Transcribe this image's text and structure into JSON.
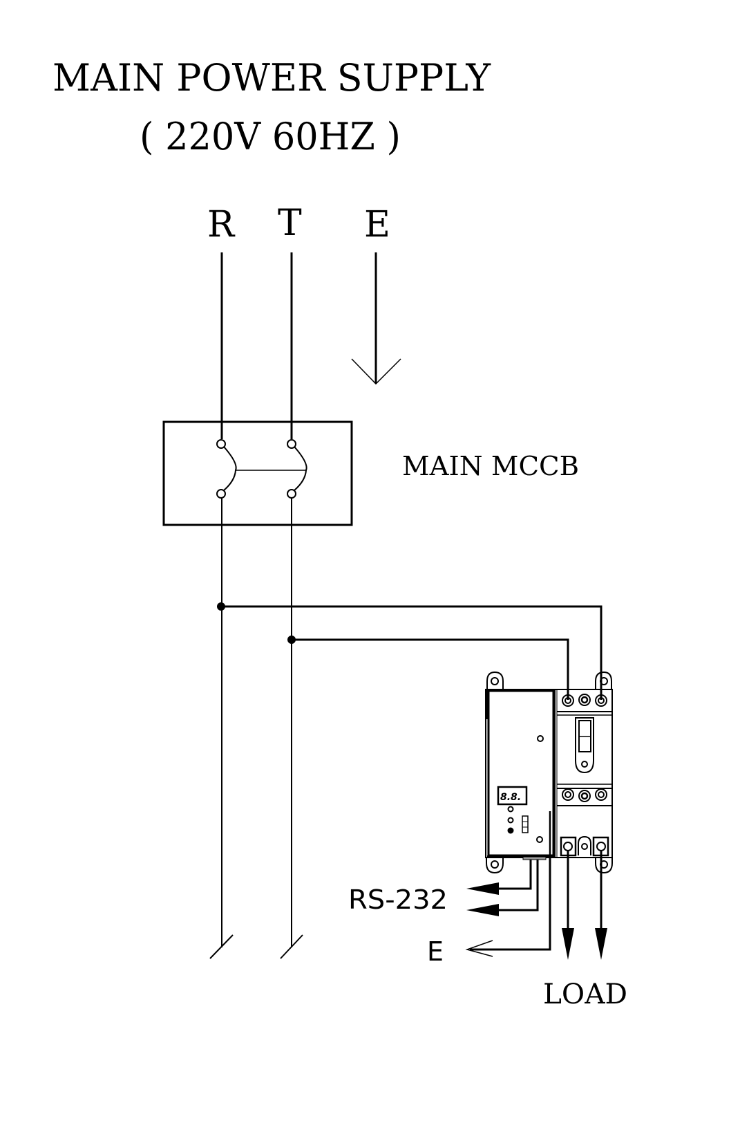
{
  "title": {
    "line1": "MAIN POWER SUPPLY",
    "line2": "( 220V 60HZ )"
  },
  "phases": {
    "r": "R",
    "t": "T",
    "e": "E"
  },
  "breaker": {
    "label": "MAIN MCCB"
  },
  "outputs": {
    "rs232": "RS-232",
    "earth": "E",
    "load": "LOAD"
  },
  "colors": {
    "line": "#000000",
    "background": "#ffffff"
  }
}
